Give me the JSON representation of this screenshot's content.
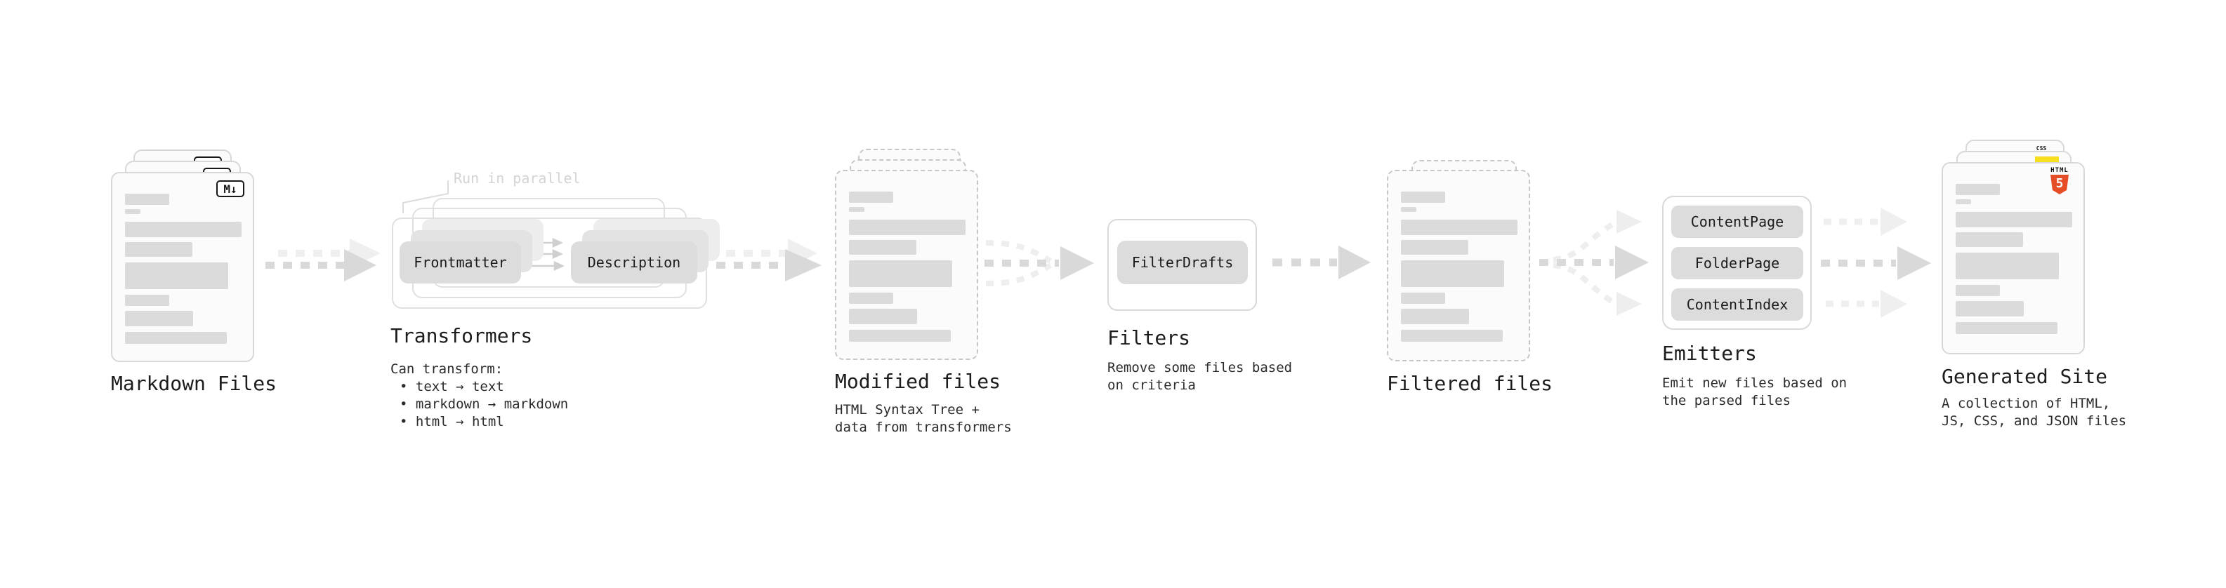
{
  "colors": {
    "arrow_dark": "#d9d9d9",
    "arrow_light": "#efefef",
    "box_fill": "#dcdcdc",
    "outline_gray": "#e0e0e0",
    "bar_fill": "#dbdbdb",
    "annotation_text": "#d3d3d3",
    "heading_text": "#1c1c1c",
    "body_text": "#2b2b2b",
    "html5_orange": "#e44d26",
    "js_yellow": "#f7df1e",
    "css_blue": "#2d53e5"
  },
  "markdown_files": {
    "title": "Markdown Files",
    "badge": "M↓"
  },
  "transformers": {
    "annotation": "Run in parallel",
    "step1": "Frontmatter",
    "step2": "Description",
    "title": "Transformers",
    "desc_lines": [
      "Can transform:",
      "• text → text",
      "• markdown → markdown",
      "• html → html"
    ]
  },
  "modified_files": {
    "title": "Modified files",
    "desc_lines": [
      "HTML Syntax Tree +",
      "data from transformers"
    ]
  },
  "filters": {
    "box": "FilterDrafts",
    "title": "Filters",
    "desc_lines": [
      "Remove some files based",
      "on criteria"
    ]
  },
  "filtered_files": {
    "title": "Filtered files"
  },
  "emitters": {
    "boxes": [
      "ContentPage",
      "FolderPage",
      "ContentIndex"
    ],
    "title": "Emitters",
    "desc_lines": [
      "Emit new files based on",
      "the parsed files"
    ]
  },
  "generated_site": {
    "title": "Generated Site",
    "desc_lines": [
      "A collection of HTML,",
      "JS, CSS, and JSON files"
    ],
    "css_badge": "CSS",
    "html_badge_label": "HTML",
    "html_badge_number": "5"
  }
}
